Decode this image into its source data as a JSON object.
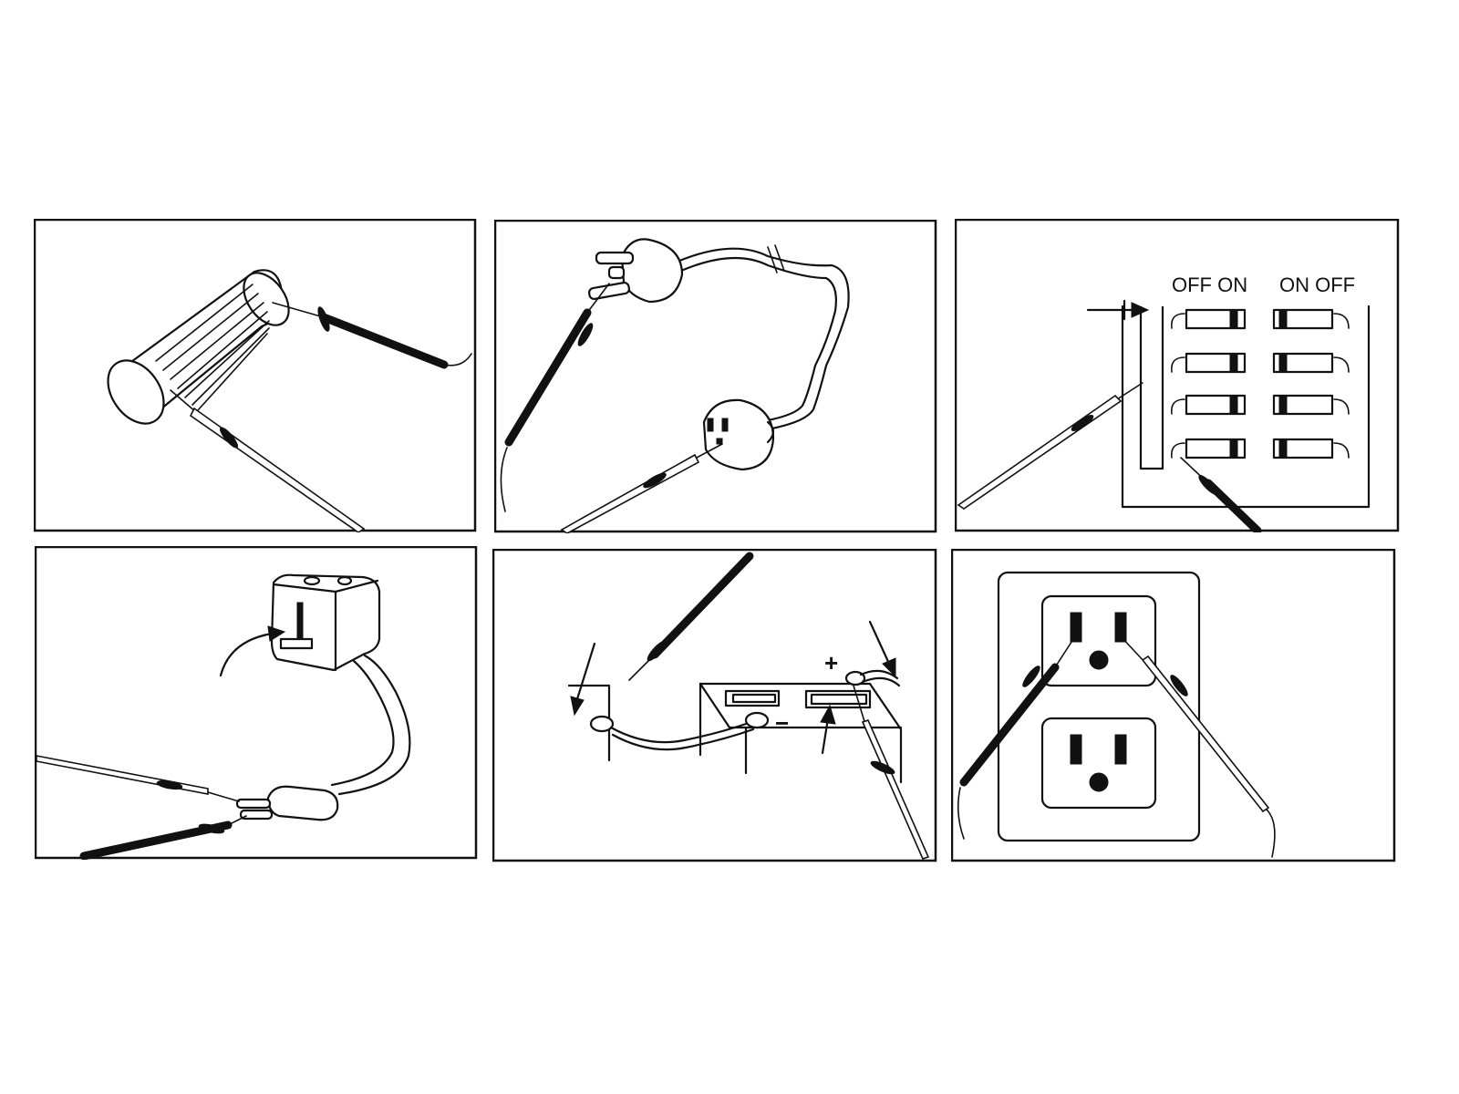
{
  "panels": [
    {
      "id": "fuse-test"
    },
    {
      "id": "cord-continuity-test"
    },
    {
      "id": "switch-panel-test",
      "labels": {
        "left_group": "OFF ON",
        "right_group": "ON OFF"
      }
    },
    {
      "id": "plug-adapter-test"
    },
    {
      "id": "battery-terminal-test",
      "labels": {
        "positive": "+",
        "negative": "−"
      }
    },
    {
      "id": "wall-outlet-test"
    }
  ]
}
